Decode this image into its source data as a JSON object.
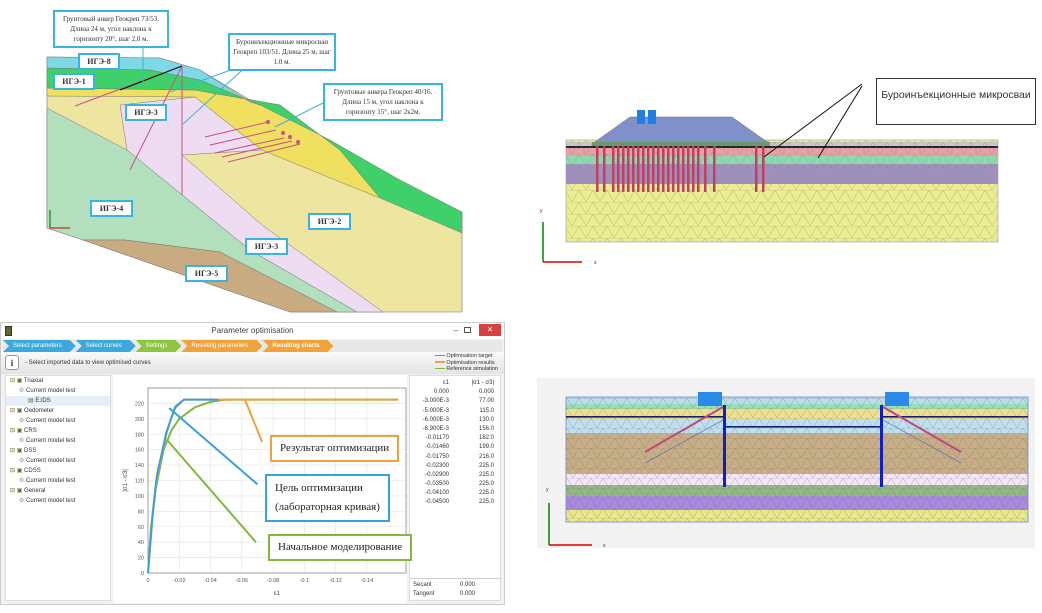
{
  "slope_diagram": {
    "callouts": [
      "Грунтовый анкер Геокреп 73/53. Длина 24 м, угол наклона к горизонту 20°, шаг 2,0 м.",
      "Буроинъекционные микросваи Геокреп 103/51. Длина 25 м, шаг 1.0 м.",
      "Грунтовые анкера Геокреп 40/16. Длина 15 м, угол наклона к горизонту 15°, шаг 2к2м."
    ],
    "layers": [
      "ИГЭ-8",
      "ИГЭ-1",
      "ИГЭ-3",
      "ИГЭ-4",
      "ИГЭ-2",
      "ИГЭ-3",
      "ИГЭ-5"
    ],
    "colors": {
      "cyan": "#7fd8e6",
      "green": "#3fd06a",
      "yellow": "#efe060",
      "pale_yellow": "#ede5a0",
      "pink": "#eedcf2",
      "light_green": "#b2e0bc",
      "brown": "#c8ab80"
    }
  },
  "embankment_diagram": {
    "callout": "Буроинъекционные микросваи",
    "axis_x": "x",
    "axis_y": "y"
  },
  "excavation_diagram": {
    "axis_x": "x",
    "axis_y": "y"
  },
  "app": {
    "title": "Parameter optimisation",
    "steps": [
      {
        "label": "Select parameters",
        "color": "#3ba9dd"
      },
      {
        "label": "Select curves",
        "color": "#3ba9dd"
      },
      {
        "label": "Settings",
        "color": "#8cc63f"
      },
      {
        "label": "Resulting parameters",
        "color": "#f0a33a"
      },
      {
        "label": "Resulting charts",
        "color": "#f0a33a"
      }
    ],
    "info_text": "- Select imported data to view optimised curves",
    "legend": [
      {
        "label": "Optimisation target",
        "color": "#3aa0d8"
      },
      {
        "label": "Optimisation results",
        "color": "#f0a040"
      },
      {
        "label": "Reference simulation",
        "color": "#80b840"
      }
    ],
    "tree": [
      {
        "label": "Triaxial",
        "level": 0
      },
      {
        "label": "Current model test",
        "level": 1
      },
      {
        "label": "E:iDS",
        "level": 2
      },
      {
        "label": "Oedometer",
        "level": 0
      },
      {
        "label": "Current model test",
        "level": 1
      },
      {
        "label": "CRS",
        "level": 0
      },
      {
        "label": "Current model test",
        "level": 1
      },
      {
        "label": "DSS",
        "level": 0
      },
      {
        "label": "Current model test",
        "level": 1
      },
      {
        "label": "CDSS",
        "level": 0
      },
      {
        "label": "Current model test",
        "level": 1
      },
      {
        "label": "General",
        "level": 0
      },
      {
        "label": "Current model test",
        "level": 1
      }
    ],
    "table": {
      "headers": [
        "ε1",
        "|σ1 - σ3|"
      ],
      "rows": [
        [
          "0.000",
          "0.000"
        ],
        [
          "-3.000E-3",
          "77.00"
        ],
        [
          "-5.000E-3",
          "115.0"
        ],
        [
          "-6.000E-3",
          "130.0"
        ],
        [
          "-8.900E-3",
          "156.0"
        ],
        [
          "-0.01170",
          "182.0"
        ],
        [
          "-0.01460",
          "199.0"
        ],
        [
          "-0.01750",
          "216.0"
        ],
        [
          "-0.02300",
          "225.0"
        ],
        [
          "-0.02900",
          "225.0"
        ],
        [
          "-0.03500",
          "225.0"
        ],
        [
          "-0.04100",
          "225.0"
        ],
        [
          "-0.04500",
          "225.0"
        ]
      ],
      "secant_label": "Secant",
      "secant": "0.000",
      "tangent_label": "Tangent",
      "tangent": "0.000"
    },
    "annotations": {
      "result": "Результат оптимизации",
      "target_1": "Цель оптимизации",
      "target_2": "(лабораторная кривая)",
      "initial": "Начальное моделирование"
    }
  },
  "chart_data": {
    "type": "line",
    "xlabel": "ε1",
    "ylabel": "|σ1 - σ3|",
    "xlim": [
      0,
      -0.165
    ],
    "ylim": [
      0,
      240
    ],
    "xticks": [
      0,
      -0.02,
      -0.04,
      -0.06,
      -0.08,
      -0.1,
      -0.12,
      -0.14
    ],
    "xtick_labels": [
      "0",
      "-0.02",
      "-0.04",
      "-0.06",
      "-0.08",
      "-0.1",
      "-0.12",
      "-0.14"
    ],
    "yticks": [
      0,
      20,
      40,
      60,
      80,
      100,
      120,
      140,
      160,
      180,
      200,
      220
    ],
    "grid": true,
    "legend": "top-right",
    "series": [
      {
        "name": "Reference simulation",
        "color": "#80b840",
        "x": [
          0,
          -0.002,
          -0.005,
          -0.01,
          -0.015,
          -0.02,
          -0.03,
          -0.04,
          -0.05,
          -0.16
        ],
        "y": [
          0,
          60,
          110,
          160,
          185,
          200,
          215,
          222,
          225,
          225
        ]
      },
      {
        "name": "Optimisation results",
        "color": "#f0a040",
        "x": [
          0,
          -0.003,
          -0.005,
          -0.006,
          -0.0089,
          -0.0117,
          -0.0146,
          -0.0175,
          -0.023,
          -0.16
        ],
        "y": [
          0,
          75,
          112,
          128,
          154,
          180,
          200,
          214,
          225,
          225
        ]
      },
      {
        "name": "Optimisation target",
        "color": "#3aa0d8",
        "x": [
          0,
          -0.003,
          -0.005,
          -0.006,
          -0.0089,
          -0.0117,
          -0.0146,
          -0.0175,
          -0.023,
          -0.029,
          -0.035,
          -0.041,
          -0.045
        ],
        "y": [
          0,
          77,
          115,
          130,
          156,
          182,
          199,
          216,
          225,
          225,
          225,
          225,
          225
        ]
      }
    ]
  }
}
